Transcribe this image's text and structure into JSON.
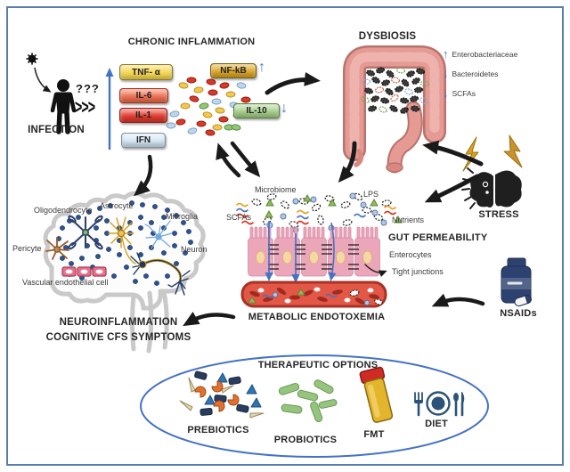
{
  "palette": {
    "frame_border": "#5b7fad",
    "arrow_black": "#1a1a1a",
    "arrow_blue": "#4472c4",
    "intestine_pink": "#e59a94",
    "enterocyte_pink": "#eba6ba",
    "vessel_red": "#e25746",
    "stress_gold": "#d9a31e",
    "nsaids_navy": "#2e4272",
    "probiotic_green": "#94c47e",
    "prebiotic_orange": "#e2702f",
    "prebiotic_blue": "#2e75b6",
    "prebiotic_navy": "#2a3d5e",
    "prebiotic_tan": "#e3d7b4",
    "fmt_amber": "#e3b52c",
    "fmt_cap_red": "#cf2a24",
    "diet_navy": "#2b5278",
    "brain_outline": "#c9c9c9",
    "neuro_dot_blue": "#2e5496",
    "oval_red": "#d93a26",
    "oval_yellow": "#f2c94c",
    "oval_green": "#90c878",
    "oval_blue": "#bdd7ee"
  },
  "infection": {
    "label": "INFECTION",
    "question": "???",
    "chevrons": ">>>"
  },
  "chronic_inflammation": {
    "title": "CHRONIC INFLAMMATION",
    "cytokines": [
      {
        "label": "TNF- α",
        "color": "#f7d954",
        "border": "#8a7a28"
      },
      {
        "label": "IL-6",
        "color": "#ef7050",
        "border": "#9c3320"
      },
      {
        "label": "IL-1",
        "color": "#e23b2e",
        "border": "#8f1f16"
      },
      {
        "label": "IFN",
        "color": "#d6e8f5",
        "border": "#7f8f9e"
      }
    ],
    "nfkb": {
      "label": "NF-kB",
      "trend": "up",
      "color": "#dca827",
      "border": "#7a5e14"
    },
    "il10": {
      "label": "IL-10",
      "trend": "down",
      "color": "#a9d18e",
      "border": "#538135"
    }
  },
  "dysbiosis": {
    "title": "DYSBIOSIS",
    "markers": [
      {
        "label": "Enterobacteriaceae",
        "trend": "up"
      },
      {
        "label": "Bacteroidetes",
        "trend": "down"
      },
      {
        "label": "SCFAs",
        "trend": "down"
      }
    ]
  },
  "stress": {
    "label": "STRESS"
  },
  "gut": {
    "microbiome": "Microbiome",
    "lps": "LPS",
    "scfas": "SCFAs",
    "nutrients": "Nutrients",
    "title": "GUT PERMEABILITY",
    "enterocytes": "Enterocytes",
    "tight_junctions": "Tight junctions"
  },
  "endotoxemia": {
    "label": "METABOLIC ENDOTOXEMIA"
  },
  "brain": {
    "cells": [
      {
        "label": "Oligodendrocyte"
      },
      {
        "label": "Astrocyte"
      },
      {
        "label": "Microglia"
      },
      {
        "label": "Pericyte"
      },
      {
        "label": "Neuron"
      },
      {
        "label": "Vascular endothelial cell"
      }
    ],
    "outcome_line1": "NEUROINFLAMMATION",
    "outcome_line2": "COGNITIVE CFS SYMPTOMS"
  },
  "nsaids": {
    "label": "NSAIDs"
  },
  "therapeutics": {
    "title": "THERAPEUTIC OPTIONS",
    "items": [
      {
        "label": "PREBIOTICS"
      },
      {
        "label": "PROBIOTICS"
      },
      {
        "label": "FMT"
      },
      {
        "label": "DIET"
      }
    ]
  }
}
